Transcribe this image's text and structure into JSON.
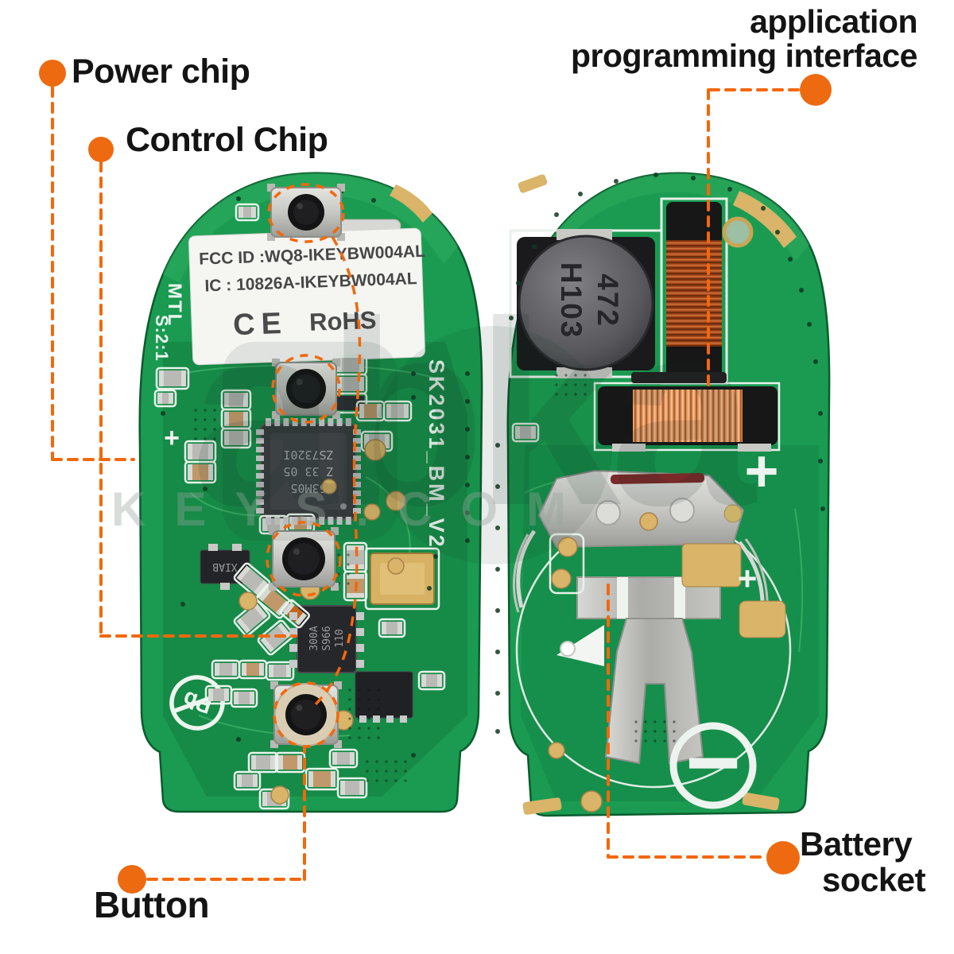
{
  "annotations": {
    "power_chip": "Power chip",
    "control_chip": "Control Chip",
    "api_line1": "application",
    "api_line2": "programming interface",
    "battery_line1": "Battery",
    "battery_line2": "socket",
    "button": "Button"
  },
  "left_board": {
    "label": {
      "fcc": "FCC ID :WQ8-IKEYBW004AL",
      "ic": "IC : 10826A-IKEYBW004AL",
      "ce": "CE",
      "rohs": "RoHS"
    },
    "silkscreen": {
      "mtl": "MTL",
      "ratio": "S:2:1",
      "board_id": "SK2031_BM_V2",
      "pb": "Pb",
      "plus": "+"
    },
    "main_chip": [
      "53M05",
      "Z 33 05",
      "ZS7320I"
    ],
    "control_chip_text": [
      "300A",
      "S966",
      "110"
    ],
    "sot_marking": "XIAB"
  },
  "right_board": {
    "inductor_line1": "472",
    "inductor_line2": "H103",
    "plus_large": "+",
    "plus_small": "+",
    "minus": "−"
  },
  "watermark": {
    "logo": "abka",
    "site": "KEYS.COM"
  },
  "colors": {
    "accent_orange": "#ED6A10",
    "pcb_green": "#1A9B51"
  }
}
